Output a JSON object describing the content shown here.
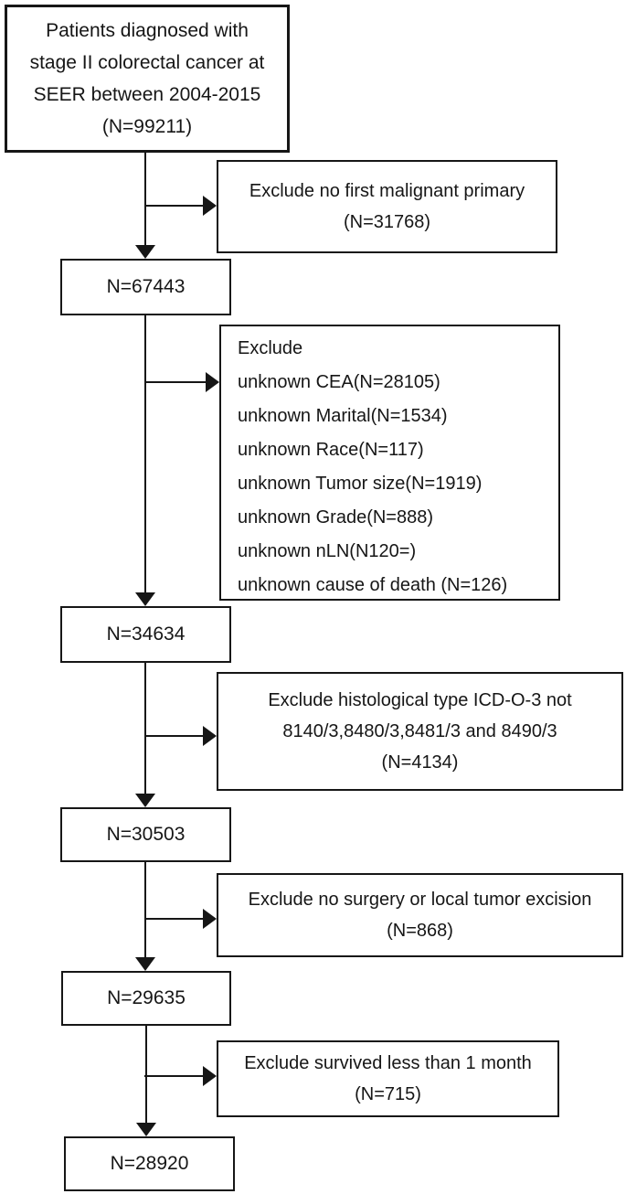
{
  "flowchart": {
    "start_box": {
      "lines": [
        "Patients diagnosed with",
        "stage II colorectal cancer at",
        "SEER between 2004-2015",
        "(N=99211)"
      ]
    },
    "exclusion_boxes": [
      {
        "lines": [
          "Exclude no first malignant primary",
          "(N=31768)"
        ]
      },
      {
        "lines": [
          "Exclude",
          "unknown CEA(N=28105)",
          "unknown Marital(N=1534)",
          "unknown Race(N=117)",
          "unknown Tumor size(N=1919)",
          "unknown Grade(N=888)",
          "unknown nLN(N120=)",
          "unknown cause of death (N=126)"
        ]
      },
      {
        "lines": [
          "Exclude histological type ICD-O-3 not",
          "8140/3,8480/3,8481/3 and 8490/3",
          "(N=4134)"
        ]
      },
      {
        "lines": [
          "Exclude no surgery or local tumor excision",
          "(N=868)"
        ]
      },
      {
        "lines": [
          "Exclude survived less than 1 month",
          "(N=715)"
        ]
      }
    ],
    "cohort_boxes": [
      {
        "label": "N=67443"
      },
      {
        "label": "N=34634"
      },
      {
        "label": "N=30503"
      },
      {
        "label": "N=29635"
      },
      {
        "label": "N=28920"
      }
    ],
    "colors": {
      "stroke": "#161616",
      "background": "#ffffff"
    }
  }
}
